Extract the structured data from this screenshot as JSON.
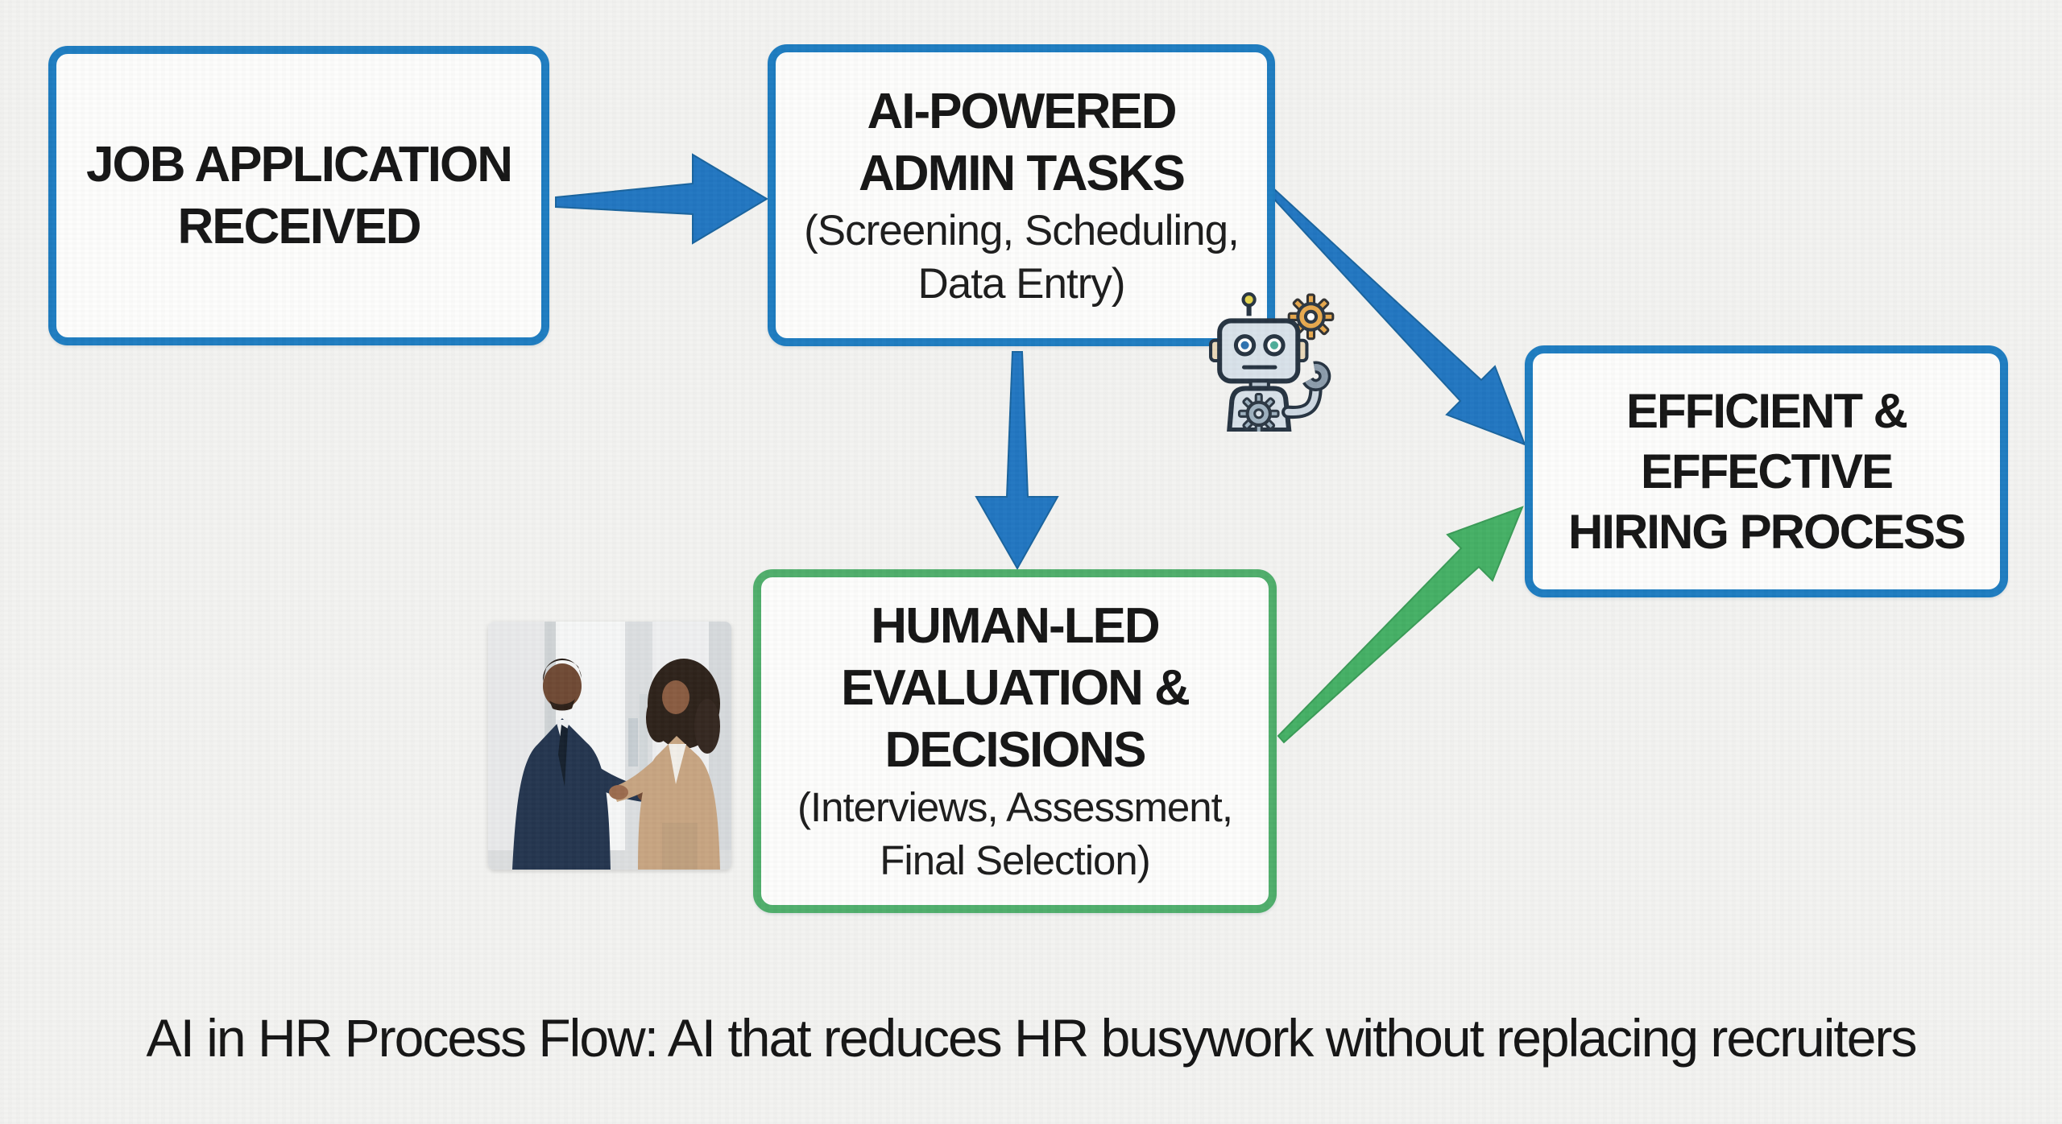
{
  "colors": {
    "box_border_blue": "#1d7cc0",
    "box_border_green": "#4fae6b",
    "arrow_blue": "#2176c1",
    "arrow_green": "#45b065",
    "text": "#151515",
    "background": "#f3f3f1"
  },
  "boxes": {
    "job": {
      "lines": [
        "JOB APPLICATION",
        "RECEIVED"
      ]
    },
    "ai": {
      "title_lines": [
        "AI-POWERED",
        "ADMIN TASKS"
      ],
      "sub_lines": [
        "(Screening, Scheduling,",
        "Data Entry)"
      ]
    },
    "human": {
      "title_lines": [
        "HUMAN-LED",
        "EVALUATION &",
        "DECISIONS"
      ],
      "sub_lines": [
        "(Interviews, Assessment,",
        "Final Selection)"
      ]
    },
    "outcome": {
      "lines": [
        "EFFICIENT &",
        "EFFECTIVE",
        "HIRING PROCESS"
      ]
    }
  },
  "icons": {
    "robot": "robot-with-gears-icon",
    "photo": "handshake-photo"
  },
  "caption": "AI in HR Process Flow: AI that reduces HR busywork without replacing recruiters"
}
